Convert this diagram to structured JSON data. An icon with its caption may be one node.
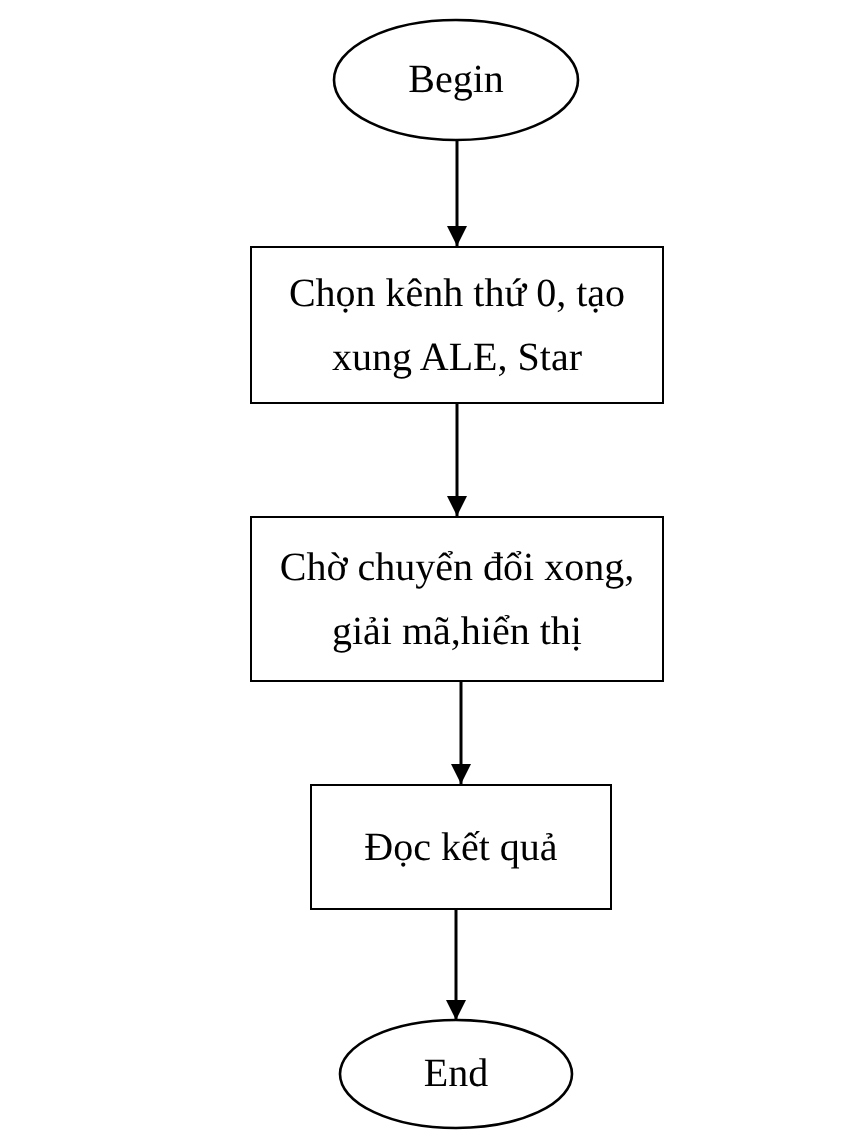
{
  "diagram": {
    "nodes": [
      {
        "text": [
          "Begin"
        ]
      },
      {
        "text": [
          "Chọn kênh thứ 0, tạo xung ALE, Star"
        ]
      },
      {
        "text": [
          "Chờ chuyển đổi xong, giải mã,hiển thị"
        ]
      },
      {
        "text": [
          "Đọc kết quả"
        ]
      },
      {
        "text": [
          "End"
        ]
      }
    ],
    "edges": [
      {
        "from": 0,
        "to": 1,
        "arrow": "to"
      },
      {
        "from": 1,
        "to": 2,
        "arrow": "to"
      },
      {
        "from": 2,
        "to": 3,
        "arrow": "to"
      },
      {
        "from": 3,
        "to": 4,
        "arrow": "to"
      }
    ]
  }
}
